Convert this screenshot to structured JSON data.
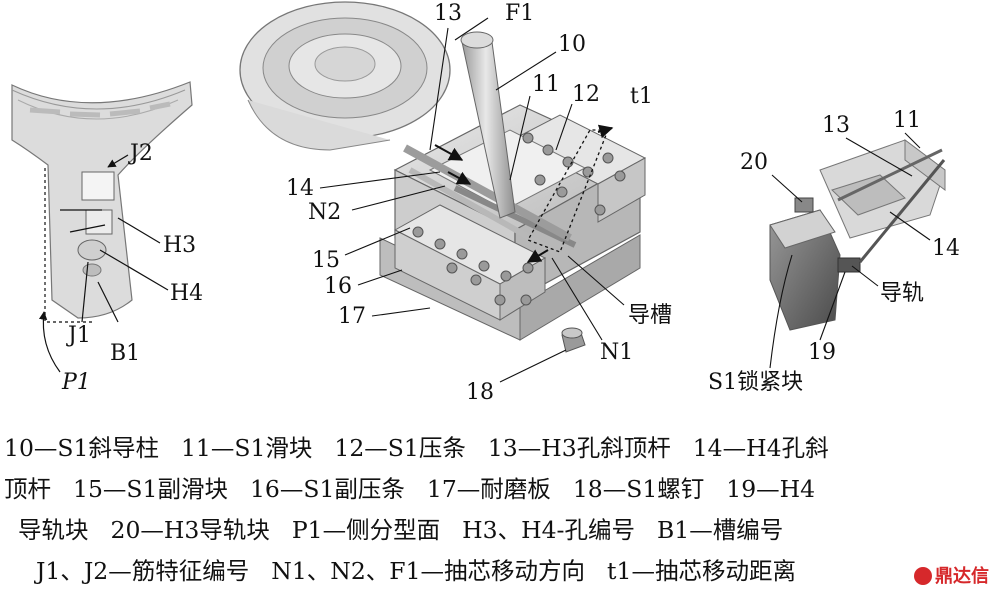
{
  "labels": {
    "left": {
      "J2": "J2",
      "H3": "H3",
      "H4": "H4",
      "J1": "J1",
      "B1": "B1",
      "P1": "P1"
    },
    "center": {
      "n13": "13",
      "F1": "F1",
      "n10": "10",
      "n11": "11",
      "n12": "12",
      "t1": "t1",
      "n14": "14",
      "N2": "N2",
      "n15": "15",
      "n16": "16",
      "n17": "17",
      "guide_groove": "导槽",
      "N1": "N1",
      "n18": "18"
    },
    "right": {
      "n13": "13",
      "n11": "11",
      "n20": "20",
      "n14": "14",
      "guide_rail": "导轨",
      "n19": "19",
      "s1_lock": "S1锁紧块"
    }
  },
  "caption": {
    "row1": [
      "10—S1斜导柱",
      "11—S1滑块",
      "12—S1压条",
      "13—H3孔斜顶杆",
      "14—H4孔斜"
    ],
    "row2": [
      "顶杆",
      "15—S1副滑块",
      "16—S1副压条",
      "17—耐磨板",
      "18—S1螺钉",
      "19—H4"
    ],
    "row3": [
      "导轨块",
      "20—H3导轨块",
      "P1—侧分型面",
      "H3、H4-孔编号",
      "B1—槽编号"
    ],
    "row4": [
      "J1、J2—筋特征编号",
      "N1、N2、F1—抽芯移动方向",
      "t1—抽芯移动距离"
    ]
  },
  "watermark": "鼎达信",
  "colors": {
    "part_gray": "#c9c9c9",
    "part_light": "#e4e4e4",
    "part_dark": "#7d7d7d",
    "watermark_red": "#d6282b"
  }
}
